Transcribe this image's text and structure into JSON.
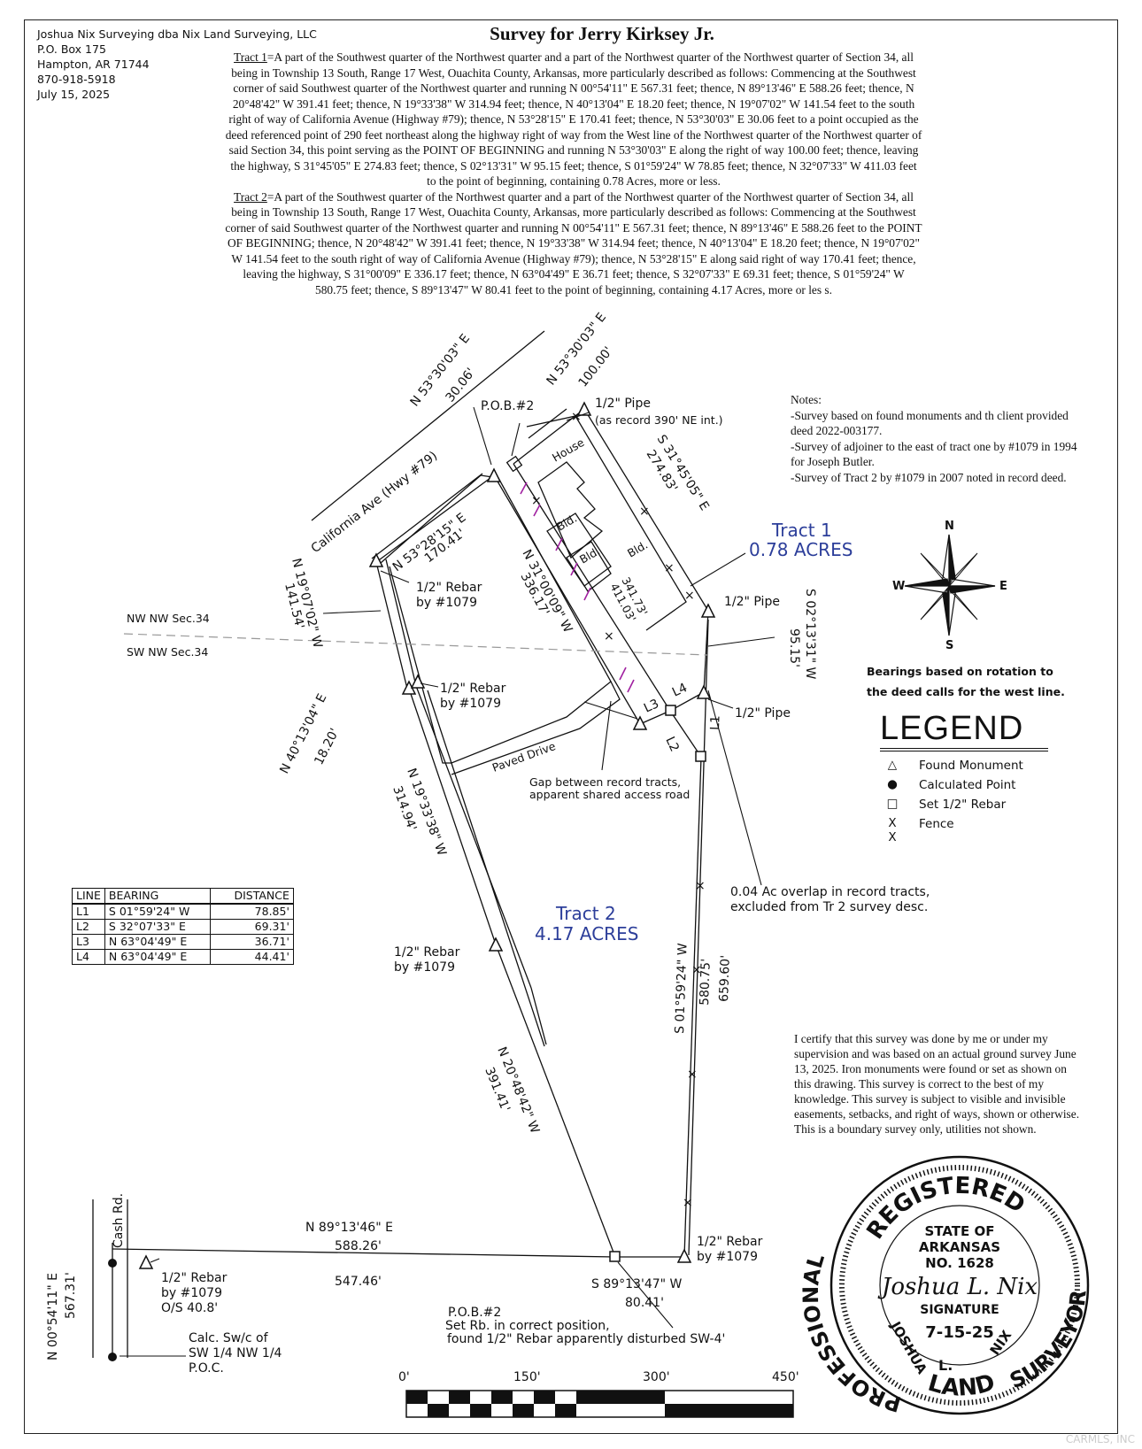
{
  "firm": {
    "line1": "Joshua Nix Surveying dba Nix Land Surveying, LLC",
    "line2": "P.O. Box 175",
    "line3": "Hampton, AR 71744",
    "line4": "870-918-5918",
    "line5": "July 15, 2025"
  },
  "title": "Survey for Jerry Kirksey Jr.",
  "legal": {
    "tract1_label": "Tract 1",
    "tract1_lines": [
      "=A part of the Southwest quarter of the Northwest quarter and a part of the Northwest quarter of the Northwest quarter of Section 34, all",
      "being in Township 13 South, Range 17 West, Ouachita County, Arkansas, more particularly described as follows: Commencing at the Southwest",
      "corner of said Southwest quarter of the Northwest quarter and running N 00°54'11\" E 567.31 feet; thence, N 89°13'46\" E 588.26 feet; thence, N",
      "20°48'42\" W 391.41 feet; thence, N 19°33'38\" W 314.94 feet; thence, N 40°13'04\" E 18.20 feet; thence, N 19°07'02\" W 141.54 feet to the south",
      "right of way of California Avenue (Highway #79); thence, N 53°28'15\" E 170.41 feet; thence, N 53°30'03\" E 30.06 feet to a point occupied as the",
      "deed referenced point of 290 feet northeast along the highway right of way from the West line of the Northwest quarter of the Northwest quarter of",
      "said Section 34, this point serving as the POINT OF BEGINNING and running N 53°30'03\" E along the right of way 100.00 feet; thence, leaving",
      "the highway, S 31°45'05\" E 274.83 feet; thence, S 02°13'31\" W 95.15 feet; thence, S 01°59'24\" W 78.85 feet; thence, N 32°07'33\" W 411.03 feet",
      "to the point of beginning, containing 0.78 Acres, more or less."
    ],
    "tract2_label": "Tract 2",
    "tract2_lines": [
      "=A part of the Southwest quarter of the Northwest quarter and a part of the Northwest quarter of the Northwest quarter of Section 34, all",
      "being in Township 13 South, Range 17 West, Ouachita County, Arkansas, more particularly described as follows: Commencing at the Southwest",
      "corner of said Southwest quarter of the Northwest quarter and running N 00°54'11\" E 567.31 feet; thence, N 89°13'46\" E 588.26 feet to the POINT",
      "OF BEGINNING; thence, N 20°48'42\" W 391.41 feet; thence, N 19°33'38\" W 314.94 feet; thence, N 40°13'04\" E 18.20 feet; thence, N 19°07'02\"",
      "W 141.54 feet to the south right of way of California Avenue (Highway #79); thence, N 53°28'15\" E along said right of way 170.41 feet; thence,",
      "leaving the highway, S 31°00'09\" E 336.17 feet; thence, N 63°04'49\" E 36.71 feet; thence, S 32°07'33\" E 69.31 feet; thence, S 01°59'24\" W",
      "580.75 feet; thence, S 89°13'47\" W 80.41 feet to the point of beginning, containing 4.17 Acres, more or les s."
    ]
  },
  "notes": [
    "Notes:",
    "-Survey based on found monuments and th client provided",
    "deed 2022-003177.",
    "-Survey of adjoiner to the east of tract one by #1079 in 1994",
    "for Joseph Butler.",
    "-Survey of Tract 2 by #1079 in 2007 noted in record deed."
  ],
  "bearing_note": [
    "Bearings based on rotation to",
    "the deed calls for the west line."
  ],
  "legend": {
    "title": "LEGEND",
    "items": [
      {
        "symbol": "△",
        "label": "Found Monument"
      },
      {
        "symbol": "●",
        "label": "Calculated Point"
      },
      {
        "symbol": "□",
        "label": "Set 1/2\" Rebar"
      },
      {
        "symbol": "X  X",
        "label": "Fence"
      }
    ]
  },
  "line_table": {
    "headers": [
      "LINE",
      "BEARING",
      "DISTANCE"
    ],
    "rows": [
      [
        "L1",
        "S 01°59'24\" W",
        "78.85'"
      ],
      [
        "L2",
        "S 32°07'33\" E",
        "69.31'"
      ],
      [
        "L3",
        "N 63°04'49\" E",
        "36.71'"
      ],
      [
        "L4",
        "N 63°04'49\" E",
        "44.41'"
      ]
    ]
  },
  "certification": [
    "I certify that this survey was done by me or under my",
    "supervision and was based on an actual ground survey June",
    "13, 2025. Iron monuments were found or set as shown on",
    "this drawing. This survey is correct to the best of my",
    "knowledge. This survey is subject to visible and invisible",
    "easements, setbacks, and right of ways, shown or otherwise.",
    "This is a boundary survey only, utilities not shown."
  ],
  "plat": {
    "tract1_name": "Tract 1",
    "tract1_area": "0.78 ACRES",
    "tract2_name": "Tract 2",
    "tract2_area": "4.17 ACRES",
    "road_name": "California Ave (Hwy #79)",
    "cash_rd": "Cash Rd.",
    "paved_drive": "Paved Drive",
    "house": "House",
    "bld1": "Bld.",
    "bld2": "Bld.",
    "bld3": "Bld.",
    "sec_nw": "NW NW Sec.34",
    "sec_sw": "SW NW Sec.34",
    "pob2_top": "P.O.B.#2",
    "pipe_top": "1/2\" Pipe",
    "pipe_top_sub": "(as record 390' NE int.)",
    "b_30_06": "N 53°30'03\" E",
    "d_30_06": "30.06'",
    "b_100": "N 53°30'03\" E",
    "d_100": "100.00'",
    "b_274": "S 31°45'05\" E",
    "d_274": "274.83'",
    "b_170": "N 53°28'15\" E",
    "d_170": "170.41'",
    "b_141": "N 19°07'02\" W",
    "d_141": "141.54'",
    "b_336": "N 31°00'09\" W",
    "d_336": "336.17'",
    "d_341": "341.73'",
    "d_411": "411.03'",
    "b_95": "S 02°13'31\" W",
    "d_95": "95.15'",
    "b_18": "N 40°13'04\" E",
    "d_18": "18.20'",
    "b_314": "N 19°33'38\" W",
    "d_314": "314.94'",
    "b_391": "N 20°48'42\" W",
    "d_391": "391.41'",
    "b_580": "S 01°59'24\" W",
    "d_580": "580.75'",
    "d_659": "659.60'",
    "b_588": "N 89°13'46\" E",
    "d_588": "588.26'",
    "d_547": "547.46'",
    "b_80": "S 89°13'47\" W",
    "d_80": "80.41'",
    "b_567": "N 00°54'11\" E",
    "d_567": "567.31'",
    "rebar1079_a": "1/2\" Rebar",
    "rebar1079_a2": "by #1079",
    "rebar1079_b": "1/2\" Rebar",
    "rebar1079_b2": "by #1079",
    "rebar1079_c": "1/2\" Rebar",
    "rebar1079_c2": "by #1079",
    "rebar1079_d": "1/2\" Rebar",
    "rebar1079_d2": "by #1079",
    "rebar_os_1": "1/2\" Rebar",
    "rebar_os_2": "by #1079",
    "rebar_os_3": "O/S 40.8'",
    "pipe_mid": "1/2\" Pipe",
    "pipe_low": "1/2\" Pipe",
    "gap_1": "Gap between record tracts,",
    "gap_2": "apparent shared access road",
    "overlap_1": "0.04 Ac overlap in record tracts,",
    "overlap_2": "excluded from Tr 2 survey desc.",
    "pob2_bot_1": "P.O.B.#2",
    "pob2_bot_2": "Set Rb. in correct position,",
    "pob2_bot_3": "found 1/2\" Rebar apparently disturbed SW-4'",
    "calc_1": "Calc. Sw/c of",
    "calc_2": "SW 1/4 NW 1/4",
    "calc_3": "P.O.C.",
    "L1": "L1",
    "L2": "L2",
    "L3": "L3",
    "L4": "L4",
    "north": "N",
    "south": "S",
    "east": "E",
    "west": "W",
    "scale": [
      "0'",
      "150'",
      "300'",
      "450'"
    ]
  },
  "seal": {
    "top_arc": "REGISTERED",
    "left_arc": "PROFESSIONAL",
    "bottom_arc": "LAND",
    "right_arc": "SURVEYOR",
    "line1": "STATE OF",
    "line2": "ARKANSAS",
    "line3": "NO. 1628",
    "signature": "Joshua L. Nix",
    "sig_label": "SIGNATURE",
    "date": "7-15-25",
    "name_left": "JOSHUA",
    "name_mid": "L.",
    "name_right": "NIX"
  },
  "watermark": "CARMLS, INC"
}
